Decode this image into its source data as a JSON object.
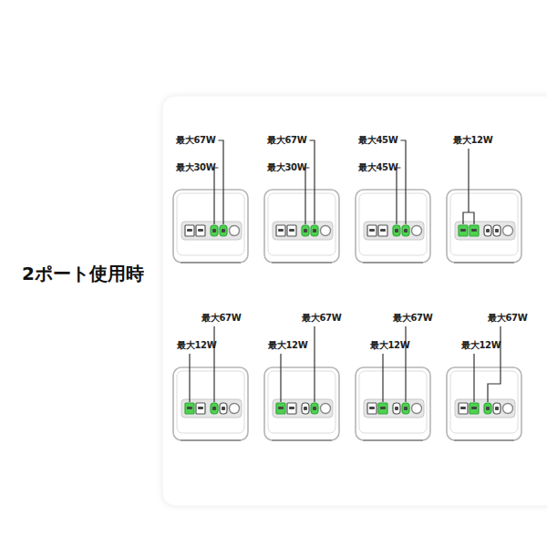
{
  "diagram": {
    "title": "2ポート使用時",
    "labels": [
      "最大67W",
      "最大30W",
      "最大67W",
      "最大30W",
      "最大45W",
      "最大45W",
      "最大12W",
      "最大67W",
      "最大12W",
      "最大67W",
      "最大12W",
      "最大67W",
      "最大12W",
      "最大67W",
      "最大12W"
    ]
  }
}
